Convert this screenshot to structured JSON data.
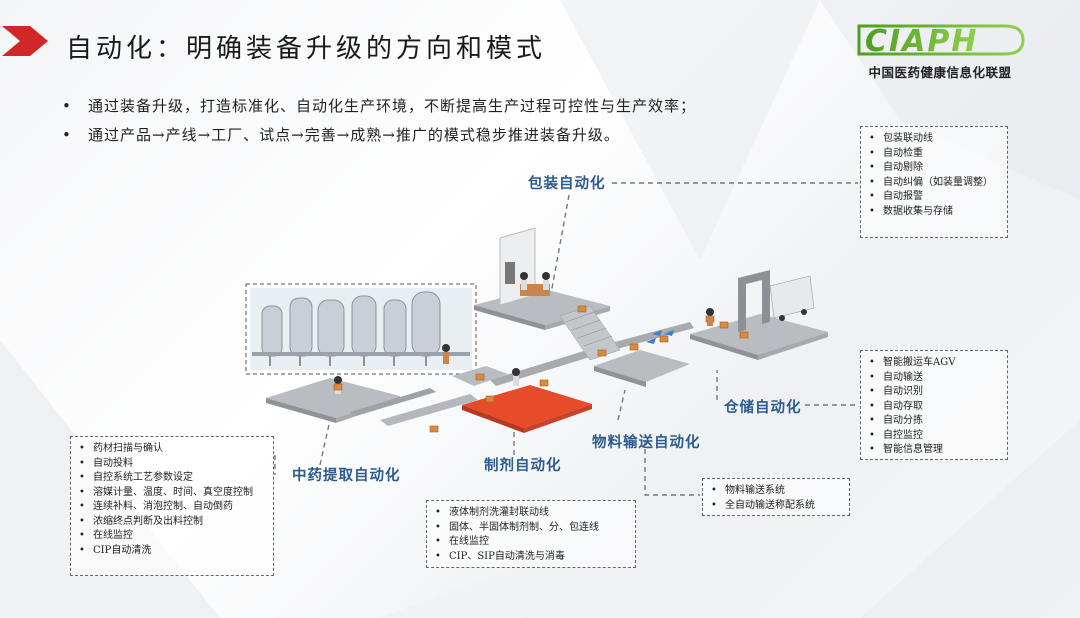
{
  "header": {
    "title": "自动化：明确装备升级的方向和模式",
    "logo_text": "CIAPH",
    "logo_subtitle": "中国医药健康信息化联盟"
  },
  "colors": {
    "accent_red": "#d22727",
    "label_blue": "#2c5b8c",
    "logo_green": "#6cb52d"
  },
  "bullets": [
    "通过装备升级，打造标准化、自动化生产环境，不断提高生产过程可控性与生产效率；",
    "通过产品→产线→工厂、试点→完善→成熟→推广的模式稳步推进装备升级。"
  ],
  "labels": {
    "packaging": "包装自动化",
    "warehouse": "仓储自动化",
    "conveying": "物料输送自动化",
    "preparation": "制剂自动化",
    "extraction": "中药提取自动化"
  },
  "boxes": {
    "packaging": [
      "包装联动线",
      "自动检重",
      "自动剔除",
      "自动纠偏（如装量调整）",
      "自动报警",
      "数据收集与存储"
    ],
    "warehouse": [
      "智能搬运车AGV",
      "自动输送",
      "自动识别",
      "自动存取",
      "自动分拣",
      "自控监控",
      "智能信息管理"
    ],
    "conveying": [
      "物料输送系统",
      "全自动输送称配系统"
    ],
    "preparation": [
      "液体制剂洗灌封联动线",
      "固体、半固体制剂制、分、包连线",
      "在线监控",
      "CIP、SIP自动清洗与消毒"
    ],
    "extraction": [
      "药材扫描与确认",
      "自动投料",
      "自控系统工艺参数设定",
      "溶媒计量、温度、时间、真空度控制",
      "连续补料、消泡控制、自动倒药",
      "浓缩终点判断及出料控制",
      "在线监控",
      "CIP自动清洗"
    ]
  }
}
